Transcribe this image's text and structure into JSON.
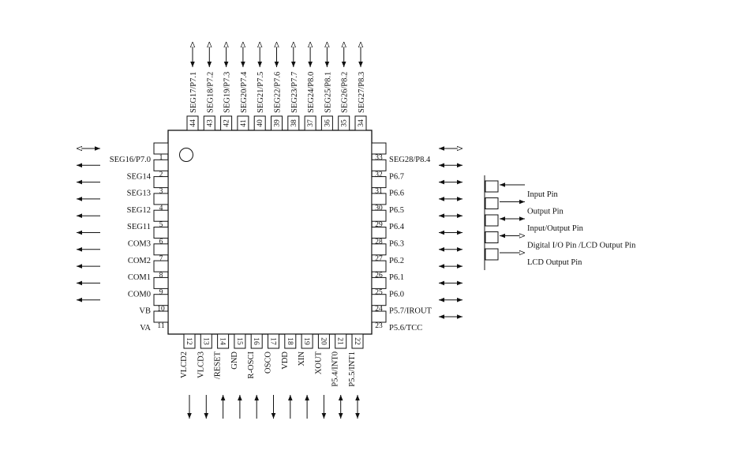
{
  "top_pins": [
    {
      "num": "44",
      "label": "SEG17/P7.1",
      "dir": "bi-out"
    },
    {
      "num": "43",
      "label": "SEG18/P7.2",
      "dir": "bi-out"
    },
    {
      "num": "42",
      "label": "SEG19/P7.3",
      "dir": "bi-out"
    },
    {
      "num": "41",
      "label": "SEG20/P7.4",
      "dir": "bi-out"
    },
    {
      "num": "40",
      "label": "SEG21/P7.5",
      "dir": "bi-out"
    },
    {
      "num": "39",
      "label": "SEG22/P7.6",
      "dir": "bi-out"
    },
    {
      "num": "38",
      "label": "SEG23/P7.7",
      "dir": "bi-out"
    },
    {
      "num": "37",
      "label": "SEG24/P8.0",
      "dir": "bi-out"
    },
    {
      "num": "36",
      "label": "SEG25/P8.1",
      "dir": "bi-out"
    },
    {
      "num": "35",
      "label": "SEG26/P8.2",
      "dir": "bi-out"
    },
    {
      "num": "34",
      "label": "SEG27/P8.3",
      "dir": "bi-out"
    }
  ],
  "left_pins": [
    {
      "num": "1",
      "label": "SEG16/P7.0",
      "dir": "bi-out"
    },
    {
      "num": "2",
      "label": "SEG14",
      "dir": "out"
    },
    {
      "num": "3",
      "label": "SEG13",
      "dir": "out"
    },
    {
      "num": "4",
      "label": "SEG12",
      "dir": "out"
    },
    {
      "num": "5",
      "label": "SEG11",
      "dir": "out"
    },
    {
      "num": "6",
      "label": "COM3",
      "dir": "out"
    },
    {
      "num": "7",
      "label": "COM2",
      "dir": "out"
    },
    {
      "num": "8",
      "label": "COM1",
      "dir": "out"
    },
    {
      "num": "9",
      "label": "COM0",
      "dir": "out"
    },
    {
      "num": "10",
      "label": "VB",
      "dir": "out"
    },
    {
      "num": "11",
      "label": "VA",
      "dir": "none"
    }
  ],
  "right_pins": [
    {
      "num": "33",
      "label": "SEG28/P8.4",
      "dir": "bi-out"
    },
    {
      "num": "32",
      "label": "P6.7",
      "dir": "bi"
    },
    {
      "num": "31",
      "label": "P6.6",
      "dir": "bi"
    },
    {
      "num": "30",
      "label": "P6.5",
      "dir": "bi"
    },
    {
      "num": "29",
      "label": "P6.4",
      "dir": "bi"
    },
    {
      "num": "28",
      "label": "P6.3",
      "dir": "bi"
    },
    {
      "num": "27",
      "label": "P6.2",
      "dir": "bi"
    },
    {
      "num": "26",
      "label": "P6.1",
      "dir": "bi"
    },
    {
      "num": "25",
      "label": "P6.0",
      "dir": "bi"
    },
    {
      "num": "24",
      "label": "P5.7/IROUT",
      "dir": "bi"
    },
    {
      "num": "23",
      "label": "P5.6/TCC",
      "dir": "bi"
    }
  ],
  "bottom_pins": [
    {
      "num": "12",
      "label": "VLCD2",
      "dir": "out"
    },
    {
      "num": "13",
      "label": "VLCD3",
      "dir": "out"
    },
    {
      "num": "14",
      "label": "/RESET",
      "dir": "in"
    },
    {
      "num": "15",
      "label": "GND",
      "dir": "in"
    },
    {
      "num": "16",
      "label": "R-OSCI",
      "dir": "in"
    },
    {
      "num": "17",
      "label": "OSCO",
      "dir": "out"
    },
    {
      "num": "18",
      "label": "VDD",
      "dir": "in"
    },
    {
      "num": "19",
      "label": "XIN",
      "dir": "in"
    },
    {
      "num": "20",
      "label": "XOUT",
      "dir": "out"
    },
    {
      "num": "21",
      "label": "P5.4/INT0",
      "dir": "bi"
    },
    {
      "num": "22",
      "label": "P5.5/INT1",
      "dir": "bi"
    }
  ],
  "legend": [
    {
      "label": "Input Pin",
      "dir": "in"
    },
    {
      "label": "Output Pin",
      "dir": "out"
    },
    {
      "label": "Input/Output Pin",
      "dir": "bi"
    },
    {
      "label": "Digital I/O Pin /LCD Output Pin",
      "dir": "bi-out"
    },
    {
      "label": "LCD Output Pin",
      "dir": "lcd"
    }
  ]
}
